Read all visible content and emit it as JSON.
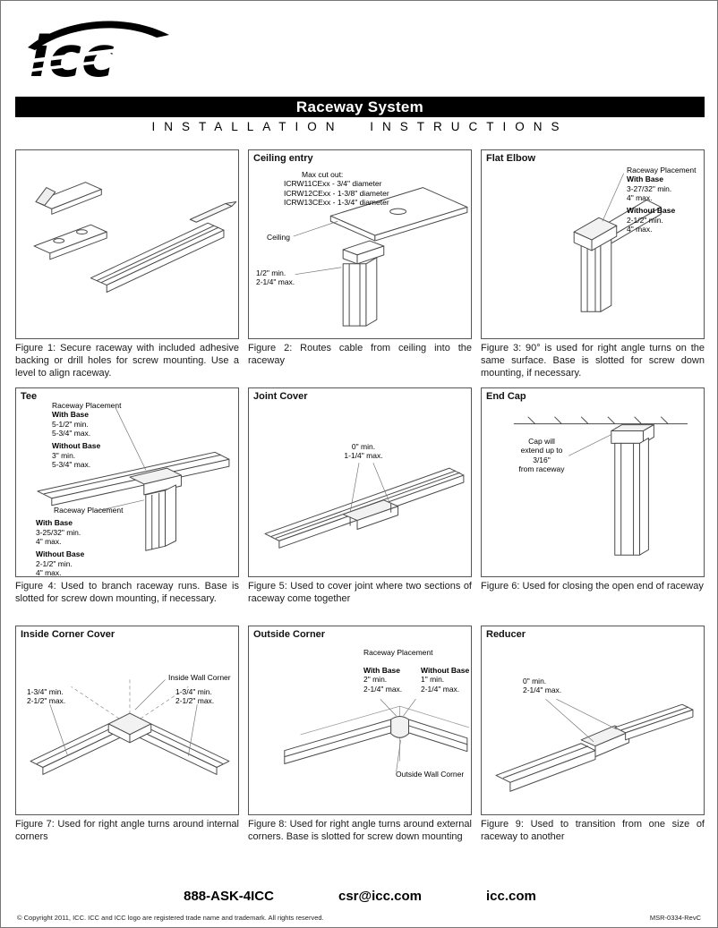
{
  "logo": {
    "text": "icc"
  },
  "header": {
    "title": "Raceway System",
    "subtitle": "INSTALLATION INSTRUCTIONS"
  },
  "panels": [
    {
      "id": "mounting",
      "title": "",
      "caption": "Figure 1: Secure raceway with included adhesive backing or drill holes for screw mounting. Use a level to align raceway."
    },
    {
      "id": "ceiling-entry",
      "title": "Ceiling entry",
      "labels": {
        "max_cutout": "Max cut out:",
        "cutout_1": "ICRW11CExx - 3/4\" diameter",
        "cutout_2": "ICRW12CExx - 1-3/8\" diameter",
        "cutout_3": "ICRW13CExx - 1-3/4\" diameter",
        "ceiling": "Ceiling",
        "min": "1/2\" min.",
        "max": "2-1/4\" max."
      },
      "caption": "Figure 2: Routes cable from ceiling into the raceway"
    },
    {
      "id": "flat-elbow",
      "title": "Flat Elbow",
      "labels": {
        "heading": "Raceway Placement",
        "with_base": "With Base",
        "with_base_min": "3-27/32\" min.",
        "with_base_max": "4\" max.",
        "without_base": "Without Base",
        "without_base_min": "2-1/2\" min.",
        "without_base_max": "4\" max."
      },
      "caption": "Figure 3: 90° is used for right angle turns on the same surface. Base is slotted for screw down mounting, if necessary."
    },
    {
      "id": "tee",
      "title": "Tee",
      "labels": {
        "top": {
          "heading": "Raceway Placement",
          "with_base": "With Base",
          "with_base_min": "5-1/2\" min.",
          "with_base_max": "5-3/4\" max.",
          "without_base": "Without Base",
          "without_base_min": "3\" min.",
          "without_base_max": "5-3/4\" max."
        },
        "bottom": {
          "heading": "Raceway Placement",
          "with_base": "With Base",
          "with_base_min": "3-25/32\" min.",
          "with_base_max": "4\" max.",
          "without_base": "Without Base",
          "without_base_min": "2-1/2\" min.",
          "without_base_max": "4\" max."
        }
      },
      "caption": "Figure 4: Used to branch raceway runs. Base is slotted for screw down mounting, if necessary."
    },
    {
      "id": "joint-cover",
      "title": "Joint Cover",
      "labels": {
        "min": "0\" min.",
        "max": "1-1/4\" max."
      },
      "caption": "Figure 5: Used to cover joint where two sections of raceway come together"
    },
    {
      "id": "end-cap",
      "title": "End Cap",
      "labels": {
        "line1": "Cap will",
        "line2": "extend up to",
        "line3": "3/16\"",
        "line4": "from raceway"
      },
      "caption": "Figure 6: Used for closing the open end of raceway"
    },
    {
      "id": "inside-corner-cover",
      "title": "Inside Corner Cover",
      "labels": {
        "corner": "Inside Wall Corner",
        "left_min": "1-3/4\" min.",
        "left_max": "2-1/2\" max.",
        "right_min": "1-3/4\" min.",
        "right_max": "2-1/2\" max."
      },
      "caption": "Figure 7: Used for right angle turns around internal corners"
    },
    {
      "id": "outside-corner",
      "title": "Outside Corner",
      "labels": {
        "heading": "Raceway Placement",
        "with_base": "With Base",
        "with_base_min": "2\" min.",
        "with_base_max": "2-1/4\" max.",
        "without_base": "Without Base",
        "without_base_min": "1\" min.",
        "without_base_max": "2-1/4\" max.",
        "corner": "Outside Wall Corner"
      },
      "caption": "Figure 8: Used for right angle turns around external corners. Base is slotted for screw down mounting"
    },
    {
      "id": "reducer",
      "title": "Reducer",
      "labels": {
        "min": "0\" min.",
        "max": "2-1/4\" max."
      },
      "caption": "Figure 9: Used to transition from one size of raceway to another"
    }
  ],
  "footer": {
    "phone": "888-ASK-4ICC",
    "email": "csr@icc.com",
    "website": "icc.com",
    "copyright": "© Copyright 2011, ICC. ICC and ICC logo are registered trade name and trademark. All rights reserved.",
    "doc_code": "MSR-0334-RevC"
  }
}
